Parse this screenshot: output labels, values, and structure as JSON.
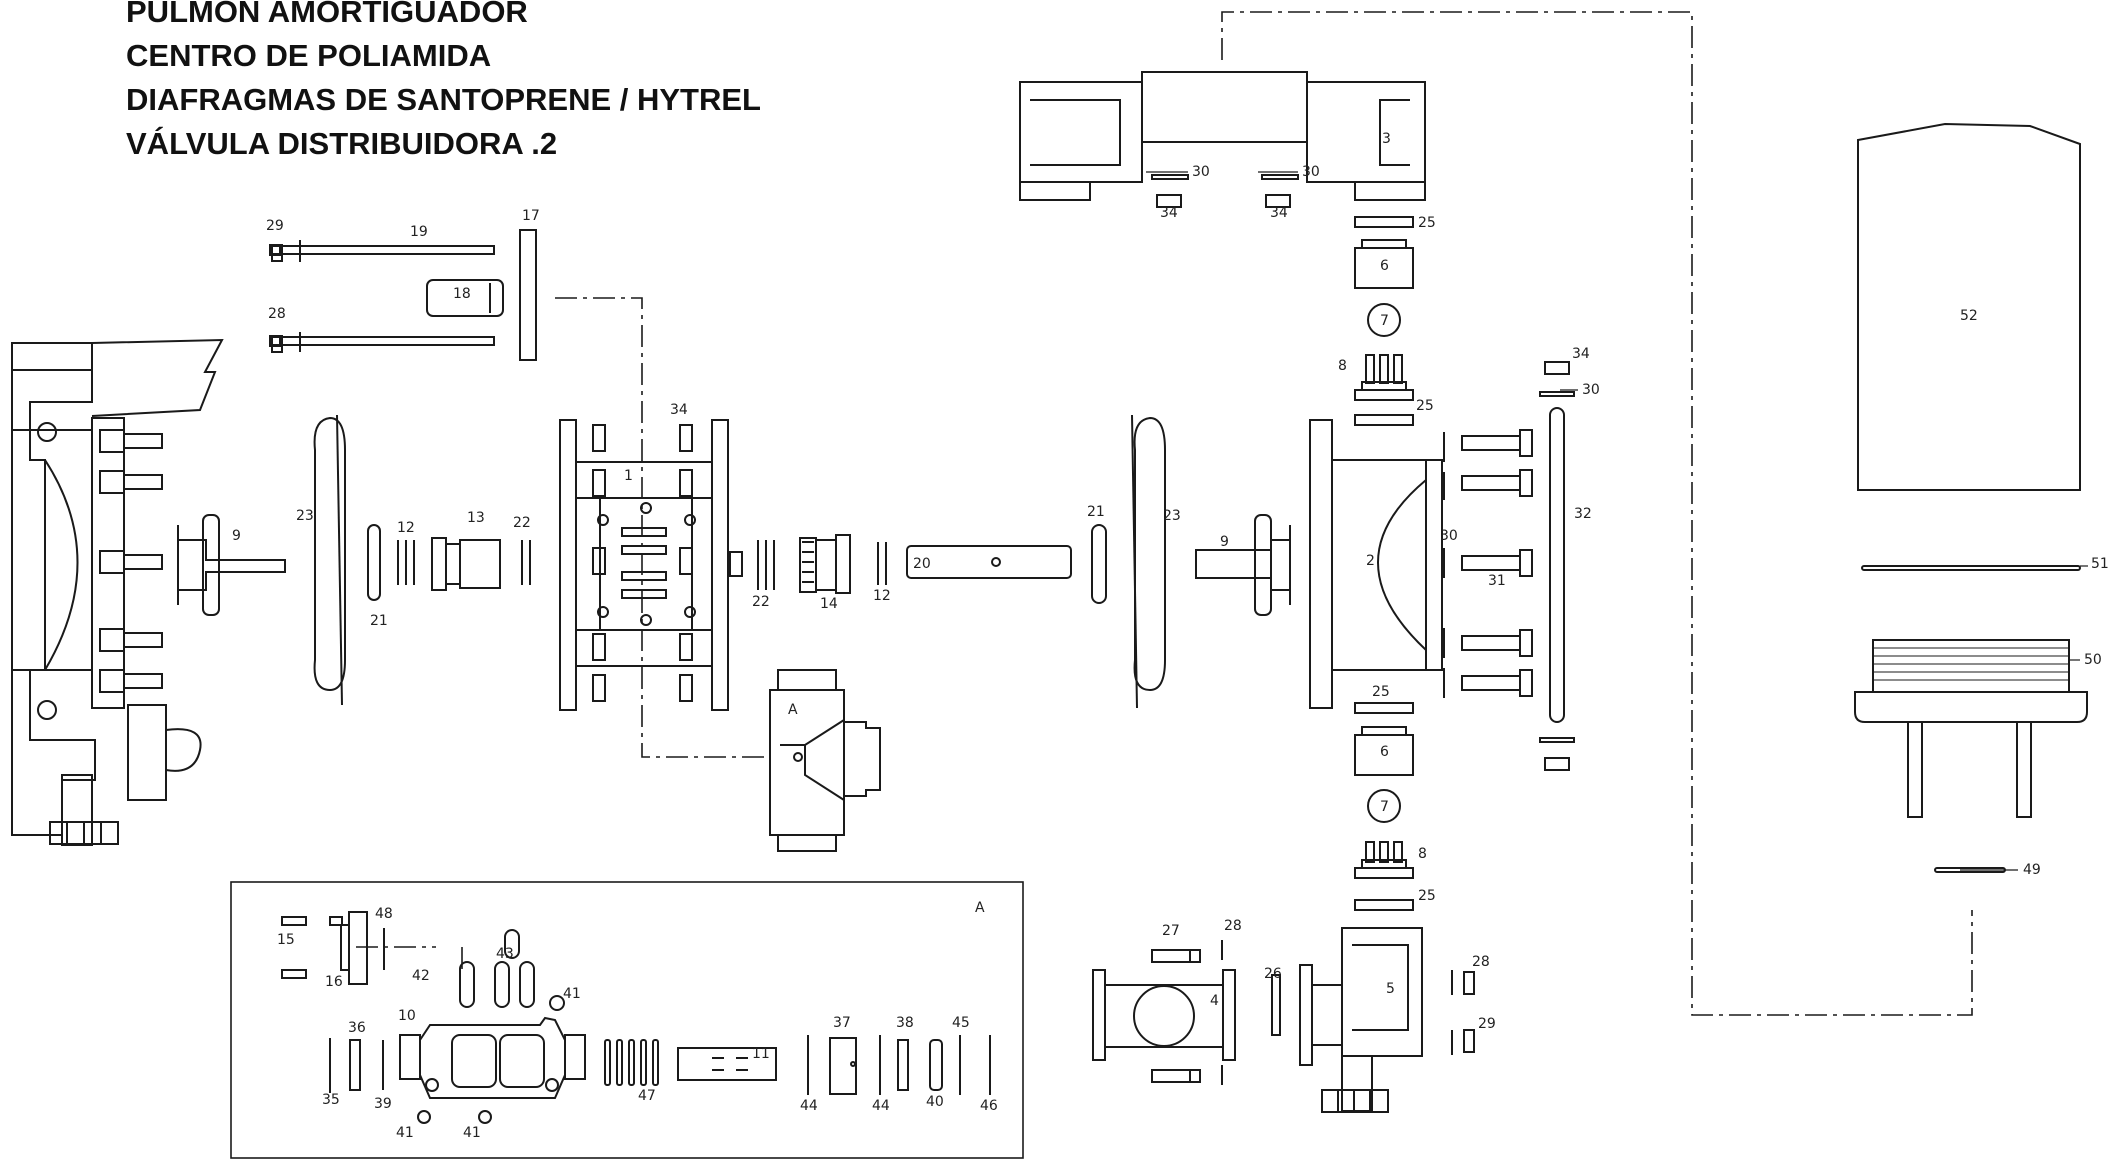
{
  "title_lines": [
    "PULMON AMORTIGUADOR",
    "CENTRO DE POLIAMIDA",
    "DIAFRAGMAS DE SANTOPRENE / HYTREL",
    "VÁLVULA DISTRIBUIDORA .2"
  ],
  "inset": {
    "label": "A"
  },
  "callouts": {
    "p1": "1",
    "p2": "2",
    "p3": "3",
    "p4": "4",
    "p5": "5",
    "p6a": "6",
    "p6b": "6",
    "p7a": "7",
    "p7b": "7",
    "p8a": "8",
    "p8b": "8",
    "p9a": "9",
    "p9b": "9",
    "p10": "10",
    "p11": "11",
    "p12a": "12",
    "p12b": "12",
    "p13": "13",
    "p14": "14",
    "p15": "15",
    "p16": "16",
    "p17": "17",
    "p18": "18",
    "p19": "19",
    "p20": "20",
    "p21a": "21",
    "p21b": "21",
    "p22a": "22",
    "p22b": "22",
    "p23a": "23",
    "p23b": "23",
    "p25a": "25",
    "p25b": "25",
    "p25c": "25",
    "p25d": "25",
    "p26": "26",
    "p27": "27",
    "p28a": "28",
    "p28b": "28",
    "p28c": "28",
    "p29a": "29",
    "p29b": "29",
    "p30a": "30",
    "p30b": "30",
    "p30c": "30",
    "p30d": "30",
    "p31": "31",
    "p32": "32",
    "p34a": "34",
    "p34b": "34",
    "p34c": "34",
    "p34d": "34",
    "p35": "35",
    "p36": "36",
    "p37": "37",
    "p38": "38",
    "p39": "39",
    "p40": "40",
    "p41a": "41",
    "p41b": "41",
    "p41c": "41",
    "p42": "42",
    "p43": "43",
    "p44a": "44",
    "p44b": "44",
    "p45": "45",
    "p46": "46",
    "p47": "47",
    "p48": "48",
    "p49": "49",
    "p50": "50",
    "p51": "51",
    "p52": "52",
    "pA1": "A",
    "pA2": "A"
  }
}
